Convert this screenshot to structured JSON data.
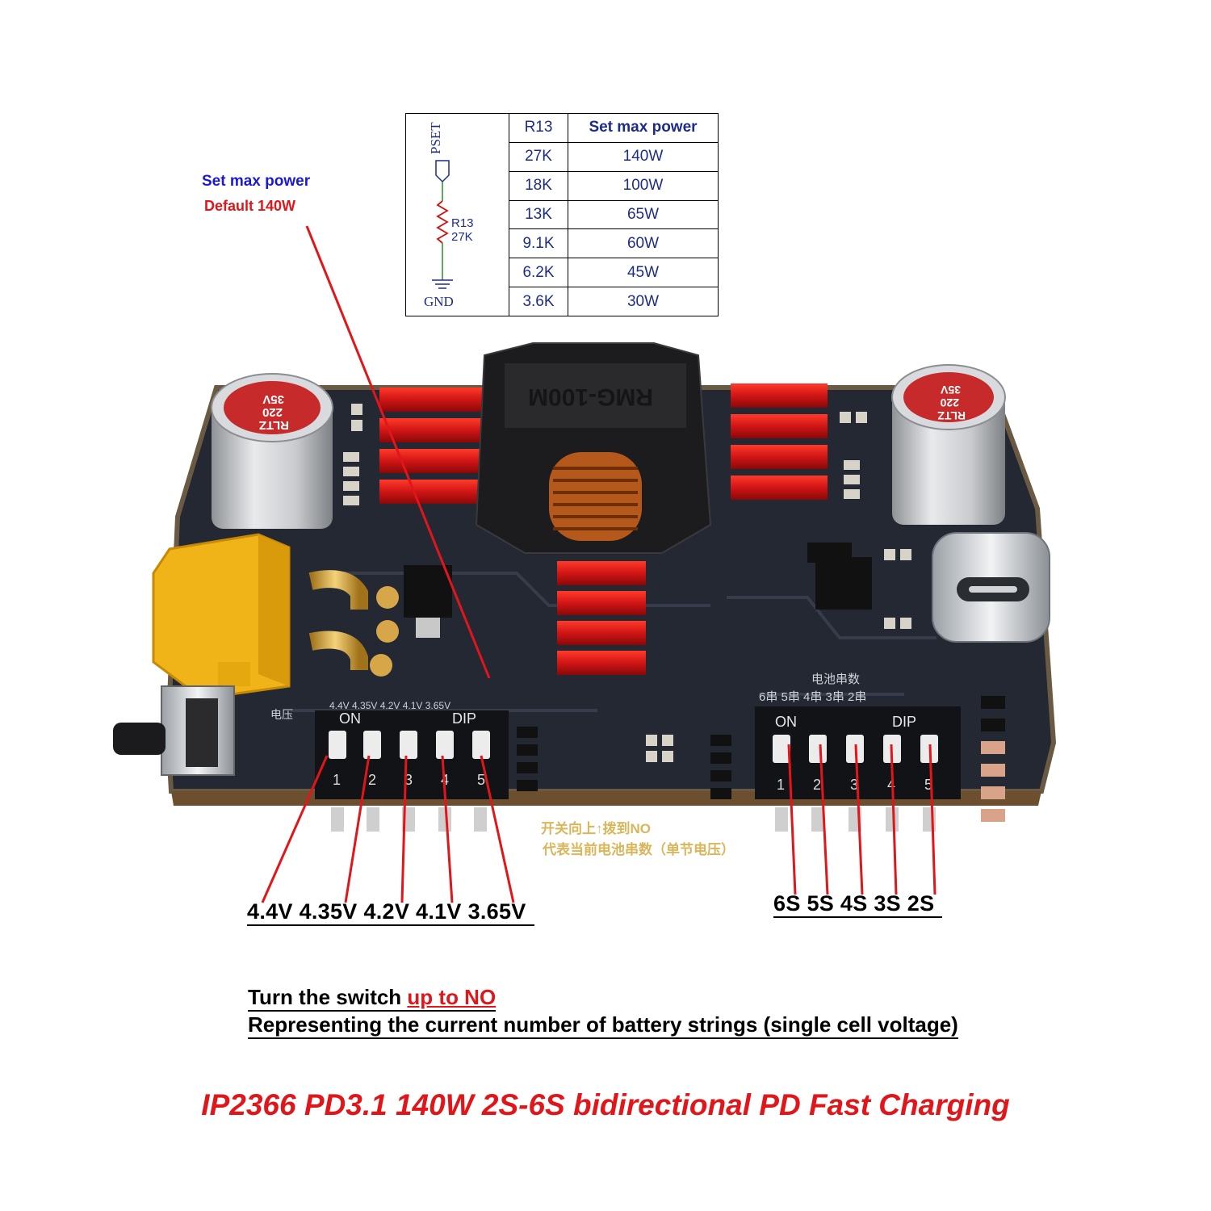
{
  "schematic": {
    "pin_label": "PSET",
    "resistor_label": "R13",
    "resistor_value": "27K",
    "ground_label": "GND"
  },
  "power_table": {
    "headers": [
      "R13",
      "Set max power"
    ],
    "rows": [
      [
        "27K",
        "140W"
      ],
      [
        "18K",
        "100W"
      ],
      [
        "13K",
        "65W"
      ],
      [
        "9.1K",
        "60W"
      ],
      [
        "6.2K",
        "45W"
      ],
      [
        "3.6K",
        "30W"
      ]
    ]
  },
  "annotations": {
    "set_max_power": "Set max power",
    "default_power": "Default 140W"
  },
  "voltage_labels": [
    "4.4V",
    "4.35V",
    "4.2V",
    "4.1V",
    "3.65V"
  ],
  "string_labels": [
    "6S",
    "5S",
    "4S",
    "3S",
    "2S"
  ],
  "board": {
    "capacitor_left": [
      "RLTZ",
      "220",
      "35V"
    ],
    "capacitor_right": [
      "RLTZ",
      "220",
      "35V"
    ],
    "inductor_marking": "RMG-100M",
    "dip_on": "ON",
    "dip_label": "DIP",
    "dip_numbers": [
      "1",
      "2",
      "3",
      "4",
      "5"
    ],
    "silk_voltage_row": "4.4V 4.35V 4.2V  4.1V 3.65V",
    "silk_strings_title": "电池串数",
    "silk_strings_row": "6串 5串 4串 3串 2串",
    "silk_voltage_title": "电压",
    "silk_note_line1": "开关向上↑拨到NO",
    "silk_note_line2": "代表当前电池串数（单节电压）"
  },
  "instructions": {
    "line1_prefix": "Turn the switch ",
    "line1_highlight": "up to NO",
    "line2": "Representing the current number of battery strings (single cell voltage)"
  },
  "product_title": "IP2366 PD3.1 140W 2S-6S bidirectional PD Fast Charging",
  "colors": {
    "annotation_blue": "#1a1ad6",
    "annotation_red": "#e0161a",
    "table_text": "#1d2c8a",
    "pcb": "#232833",
    "heatsink": "#d01515",
    "xt60": "#f0b418"
  }
}
